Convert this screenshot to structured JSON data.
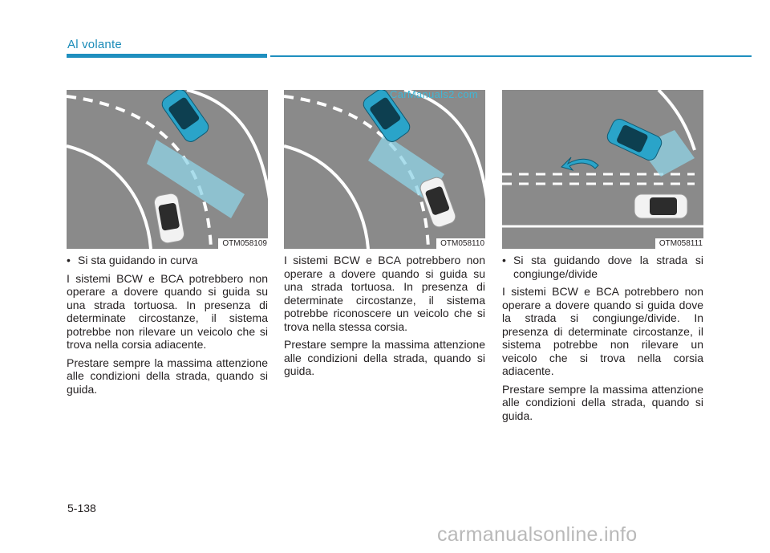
{
  "header": {
    "section_title": "Al volante"
  },
  "figures": [
    {
      "code": "OTM058109"
    },
    {
      "code": "OTM058110"
    },
    {
      "code": "OTM058111"
    }
  ],
  "columns": [
    {
      "bullet": "Si sta guidando in curva",
      "paragraphs": [
        "I sistemi BCW e BCA potrebbero non operare a dovere quando si guida su una strada tortuosa. In presenza di determinate circostanze, il sistema potrebbe non rilevare un veicolo che si trova nella corsia adiacente.",
        "Prestare sempre la massima attenzione alle condizioni della strada, quando si guida."
      ]
    },
    {
      "paragraphs": [
        "I sistemi BCW e BCA potrebbero non operare a dovere quando si guida su una strada tortuosa. In presenza di determinate circostanze, il sistema potrebbe riconoscere un veicolo che si trova nella stessa corsia.",
        "Prestare sempre la massima attenzione alle condizioni della strada, quando si guida."
      ]
    },
    {
      "bullet": "Si sta guidando dove la strada si congiunge/divide",
      "paragraphs": [
        "I sistemi BCW e BCA potrebbero non operare a dovere quando si guida dove la strada si congiunge/divide. In presenza di determinate circostanze, il sistema potrebbe non rilevare un veicolo che si trova nella corsia adiacente.",
        "Prestare sempre la massima attenzione alle condizioni della strada, quando si guida."
      ]
    }
  ],
  "footer": {
    "page_number": "5-138"
  },
  "watermarks": {
    "top": "CarManuals2.com",
    "bottom": "carmanualsonline.info"
  },
  "colors": {
    "accent": "#1f8fbf",
    "road": "#8a8a8a",
    "sensor_zone": "#8fd3e6",
    "car_blue": "#2aa4c9",
    "car_white": "#f2f2f2"
  }
}
